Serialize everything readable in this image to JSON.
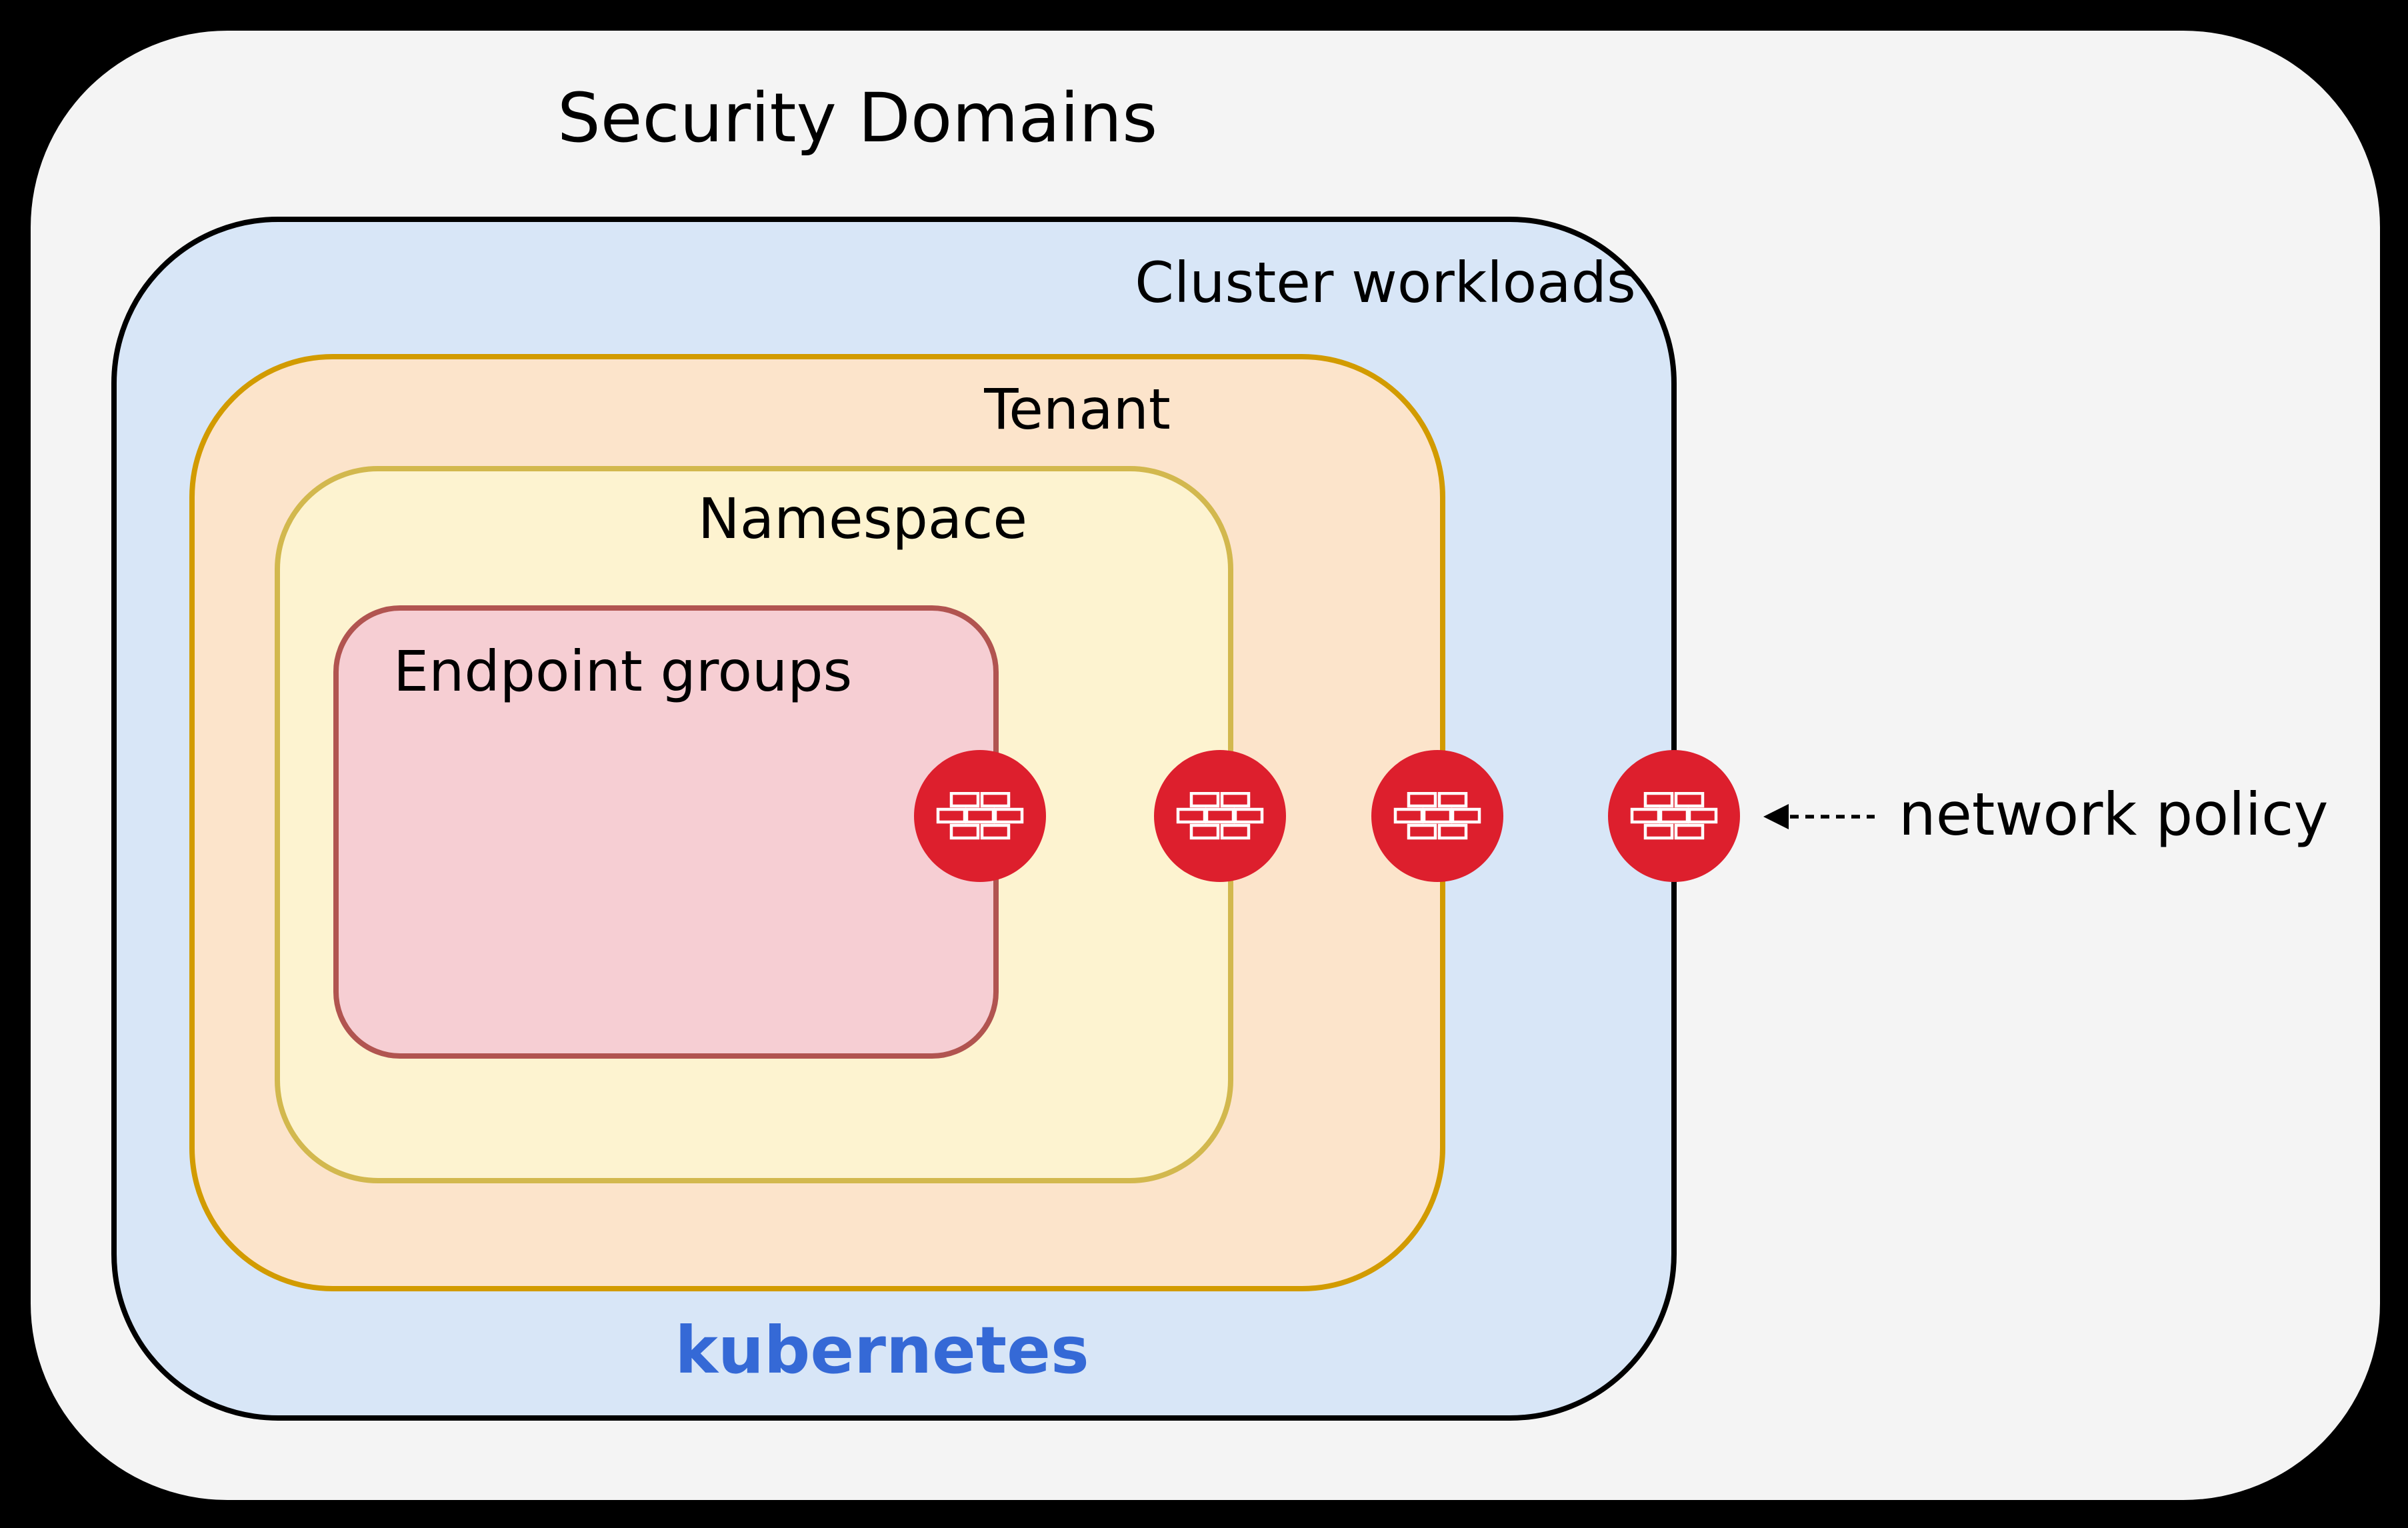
{
  "diagram": {
    "title": "Security Domains",
    "layers": [
      {
        "id": "cluster-workloads",
        "label": "Cluster workloads",
        "sublabel": "kubernetes"
      },
      {
        "id": "tenant",
        "label": "Tenant"
      },
      {
        "id": "namespace",
        "label": "Namespace"
      },
      {
        "id": "endpoint-groups",
        "label": "Endpoint groups"
      }
    ],
    "annotation": {
      "label": "network policy",
      "arrow_style": "dashed-left-arrow"
    },
    "firewalls": {
      "count": 4,
      "icon": "firewall-brick-wall-icon"
    },
    "colors": {
      "canvas_bg": "#000000",
      "panel_bg": "#f4f4f4",
      "cluster_fill": "#d8e6f7",
      "cluster_border": "#000000",
      "tenant_fill": "#fce4cb",
      "tenant_border": "#d29b00",
      "namespace_fill": "#fdf3d0",
      "namespace_border": "#d2b84e",
      "endpoint_fill": "#f6ced3",
      "endpoint_border": "#b15450",
      "firewall_red": "#dd1f2d",
      "kubernetes_blue": "#3569d6",
      "text_color": "#000000"
    }
  }
}
